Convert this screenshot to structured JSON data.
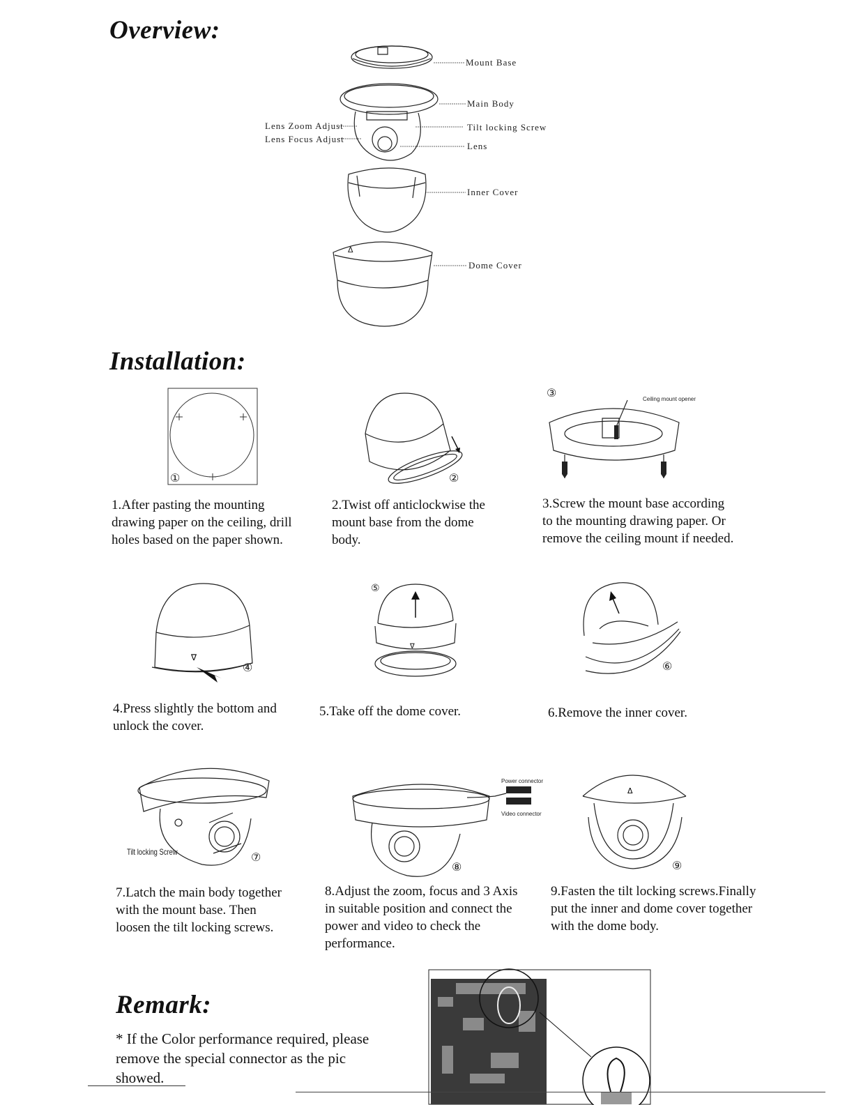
{
  "sections": {
    "overview": "Overview:",
    "installation": "Installation:",
    "remark": "Remark:"
  },
  "overview_labels": {
    "mount_base": "Mount Base",
    "main_body": "Main Body",
    "lens_zoom_adjust": "Lens Zoom Adjust",
    "lens_focus_adjust": "Lens Focus Adjust",
    "tilt_locking_screw": "Tilt locking Screw",
    "lens": "Lens",
    "inner_cover": "Inner Cover",
    "dome_cover": "Dome Cover"
  },
  "steps": [
    {
      "num": "①",
      "text": "1.After pasting the mounting\ndrawing paper on the ceiling, drill\nholes based on the paper  shown."
    },
    {
      "num": "②",
      "text": "2.Twist off anticlockwise the\nmount base from the dome\nbody."
    },
    {
      "num": "③",
      "text": "3.Screw the mount base according\nto the mounting drawing paper. Or\nremove the ceiling mount if needed."
    },
    {
      "num": "④",
      "text": "4.Press slightly the bottom and\nunlock the cover."
    },
    {
      "num": "⑤",
      "text": "5.Take off the dome cover."
    },
    {
      "num": "⑥",
      "text": "6.Remove the inner cover."
    },
    {
      "num": "⑦",
      "text": "7.Latch the main body together\nwith the mount base. Then\nloosen the tilt locking screws."
    },
    {
      "num": "⑧",
      "text": "8.Adjust the zoom, focus and 3 Axis\nin suitable position and connect the\npower and video to check the\nperformance."
    },
    {
      "num": "⑨",
      "text": "9.Fasten the tilt locking screws.Finally\nput the inner and dome cover  together\nwith the dome body."
    }
  ],
  "figure_labels": {
    "ceiling_mount_opener": "Ceiling mount opener",
    "tilt_locking_screw": "Tilt locking Screw",
    "power_connector": "Power connector",
    "video_connector": "Video connector",
    "dome_mark": "Δ",
    "cover_mark": "∇"
  },
  "remark": {
    "text": "* If the Color performance required, please\nremove the special connector as the pic\nshowed."
  }
}
